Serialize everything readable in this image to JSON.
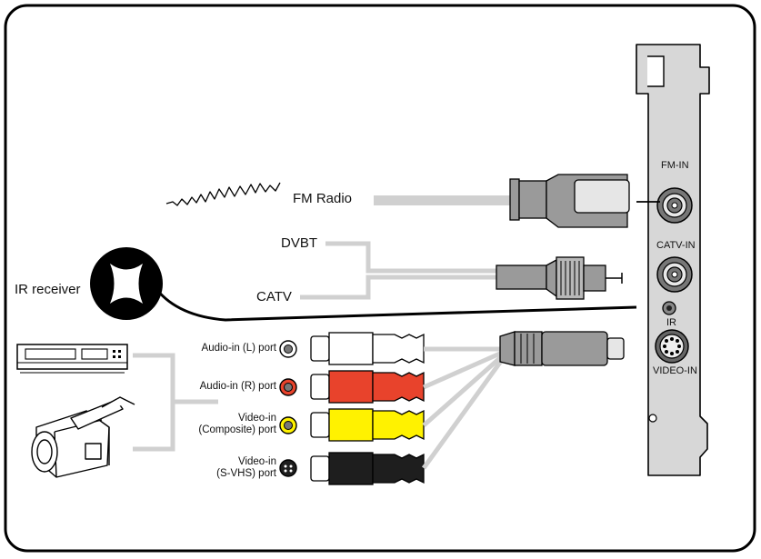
{
  "labels": {
    "fm_radio": "FM Radio",
    "dvbt": "DVBT",
    "catv": "CATV",
    "ir_receiver": "IR receiver",
    "fm_in": "FM-IN",
    "catv_in": "CATV-IN",
    "ir": "IR",
    "video_in": "VIDEO-IN",
    "audio_l": "Audio-in (L) port",
    "audio_r": "Audio-in (R) port",
    "video_composite_1": "Video-in",
    "video_composite_2": "(Composite) port",
    "video_svhs_1": "Video-in",
    "video_svhs_2": "(S-VHS) port"
  },
  "colors": {
    "outline": "#000000",
    "cable_gray": "#d0d0d0",
    "plug_gray": "#9a9a9a",
    "card_gray": "#d7d7d7",
    "audio_left": "#ffffff",
    "audio_right": "#e8432c",
    "video_composite": "#fff200",
    "video_svhs": "#1e1e1e"
  },
  "icons": [
    "radio-wave-icon",
    "ir-receiver-icon",
    "vcr-icon",
    "camcorder-icon"
  ]
}
